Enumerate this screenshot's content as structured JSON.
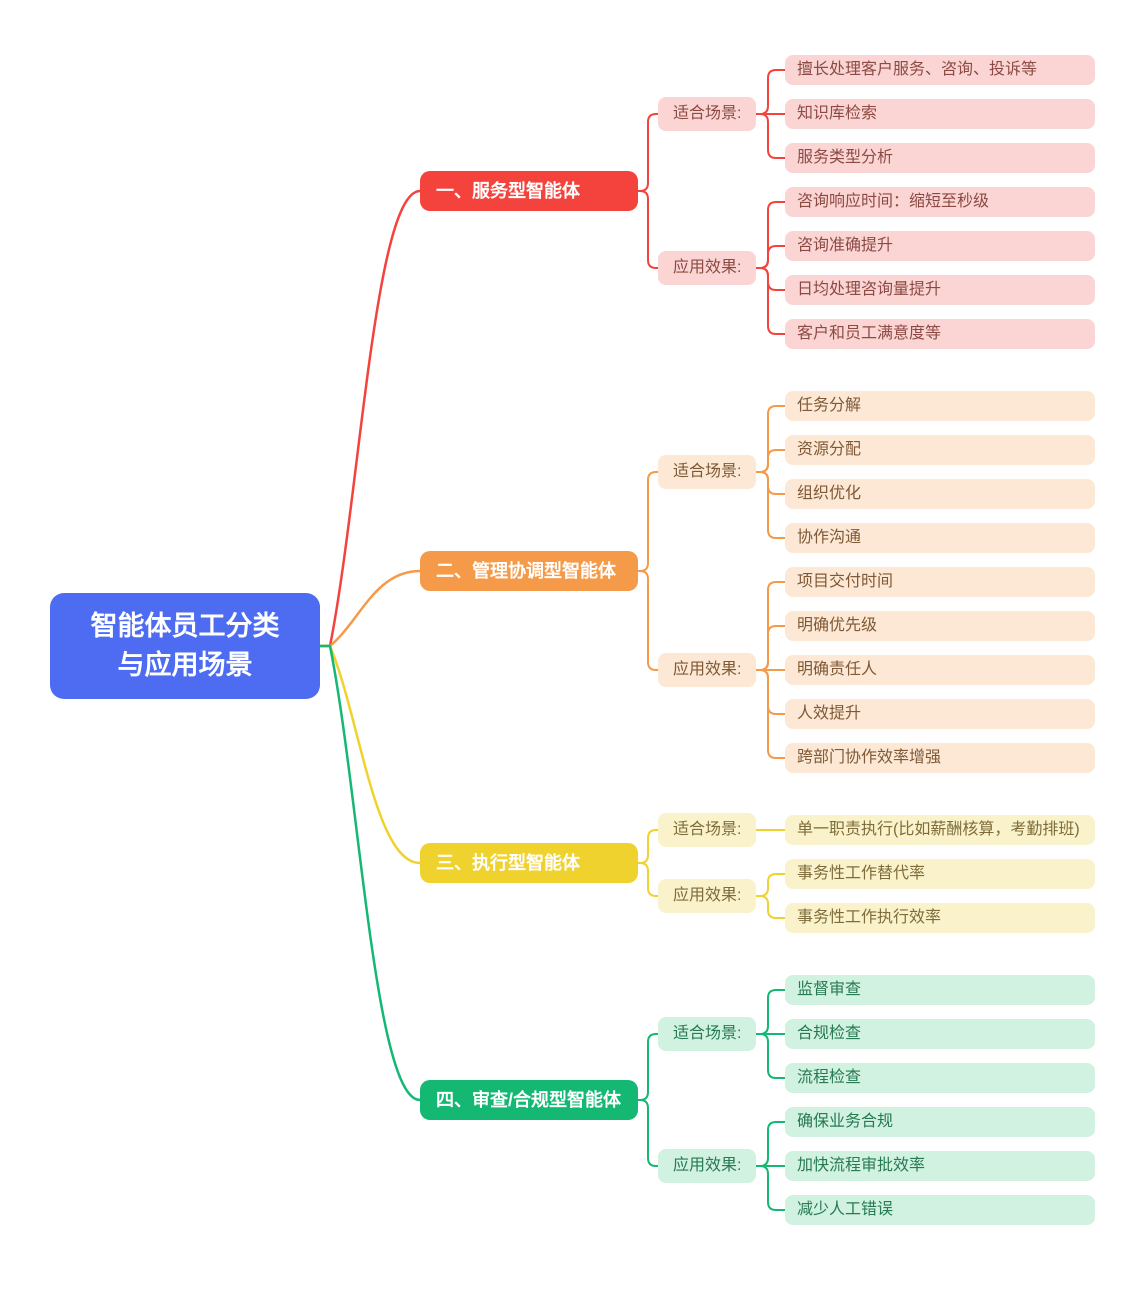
{
  "root": {
    "label": "智能体员工分类\n与应用场景",
    "bg": "#4d6cf2",
    "text_color": "#ffffff"
  },
  "branches": [
    {
      "label": "一、服务型智能体",
      "theme": {
        "main": "#f4433c",
        "soft": "#fad5d3",
        "text": "#8d4a44"
      },
      "groups": [
        {
          "label": "适合场景:",
          "items": [
            "擅长处理客户服务、咨询、投诉等",
            "知识库检索",
            "服务类型分析"
          ]
        },
        {
          "label": "应用效果:",
          "items": [
            "咨询响应时间：缩短至秒级",
            "咨询准确提升",
            "日均处理咨询量提升",
            "客户和员工满意度等"
          ]
        }
      ]
    },
    {
      "label": "二、管理协调型智能体",
      "theme": {
        "main": "#f59a48",
        "soft": "#fce8d4",
        "text": "#7f5936"
      },
      "groups": [
        {
          "label": "适合场景:",
          "items": [
            "任务分解",
            "资源分配",
            "组织优化",
            "协作沟通"
          ]
        },
        {
          "label": "应用效果:",
          "items": [
            "项目交付时间",
            "明确优先级",
            "明确责任人",
            "人效提升",
            "跨部门协作效率增强"
          ]
        }
      ]
    },
    {
      "label": "三、执行型智能体",
      "theme": {
        "main": "#f0d22f",
        "soft": "#faf2cb",
        "text": "#7e6d3a"
      },
      "groups": [
        {
          "label": "适合场景:",
          "items": [
            "单一职责执行(比如薪酬核算，考勤排班)"
          ]
        },
        {
          "label": "应用效果:",
          "items": [
            "事务性工作替代率",
            "事务性工作执行效率"
          ]
        }
      ]
    },
    {
      "label": "四、审查/合规型智能体",
      "theme": {
        "main": "#14b873",
        "soft": "#d1f1e1",
        "text": "#277a52"
      },
      "groups": [
        {
          "label": "适合场景:",
          "items": [
            "监督审查",
            "合规检查",
            "流程检查"
          ]
        },
        {
          "label": "应用效果:",
          "items": [
            "确保业务合规",
            "加快流程审批效率",
            "减少人工错误"
          ]
        }
      ]
    }
  ]
}
